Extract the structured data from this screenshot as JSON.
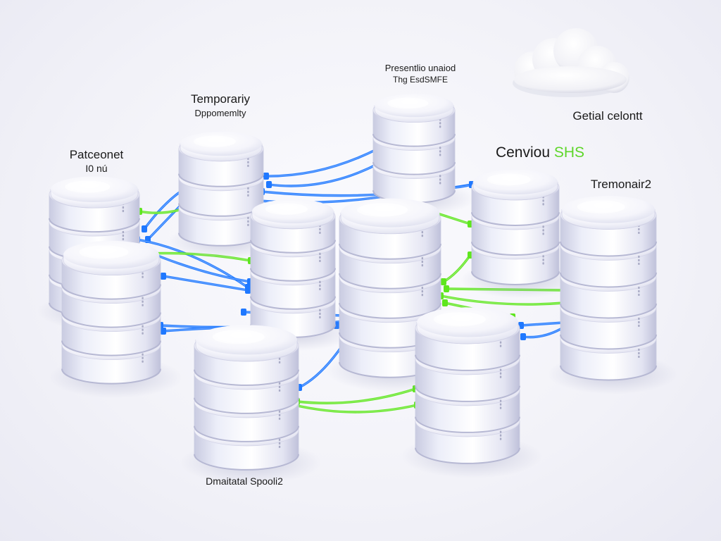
{
  "labels": {
    "temporary_title": "Temporariy",
    "temporary_sub": "Dppomemlty",
    "presentation_title": "Presentlio unaiod",
    "presentation_sub": "Thg EsdSMFE",
    "patient_title": "Patceonet",
    "patient_sub": "I0 nú",
    "cloud_caption": "Getial celontt",
    "cenviou_prefix": "Cenviou",
    "cenviou_accent": "SHS",
    "tremonair": "Tremonair2",
    "bottom_caption": "Dmaitatal Spooli2"
  },
  "colors": {
    "background": "#f4f4f9",
    "cylinder_body": "#e9e9f5",
    "cylinder_shadow": "#c6c7de",
    "cable_blue": "#1f78ff",
    "cable_green": "#5ee61e",
    "led": "#a9abc5",
    "accent_green": "#5ed62a"
  },
  "icons": {
    "cloud": "cloud-icon",
    "database": "database-server-icon"
  }
}
